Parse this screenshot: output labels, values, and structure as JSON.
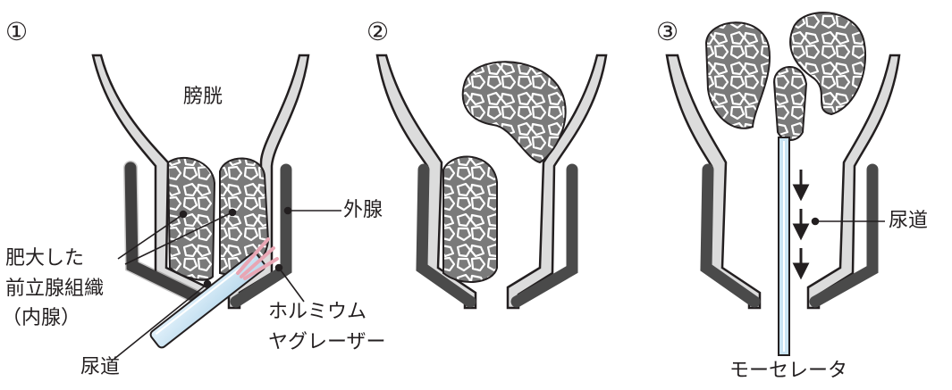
{
  "panels": [
    {
      "marker": "①"
    },
    {
      "marker": "②"
    },
    {
      "marker": "③"
    }
  ],
  "labels": {
    "bladder": "膀胱",
    "outer_gland": "外腺",
    "hypertrophic_tissue": [
      "肥大した",
      "前立腺組織",
      "（内腺）"
    ],
    "urethra_left": "尿道",
    "holmium_laser": [
      "ホルミウム",
      "ヤグレーザー"
    ],
    "urethra_right": "尿道",
    "morcellator": "モーセレータ"
  },
  "colors": {
    "stroke": "#231f20",
    "wall_fill": "#dcdcdc",
    "wall_dark": "#4a4a4a",
    "tissue": "#7a7a7a",
    "tissue_pattern": "#ffffff",
    "scope": "#c9e4f3",
    "laser": "#e8a6b4"
  }
}
